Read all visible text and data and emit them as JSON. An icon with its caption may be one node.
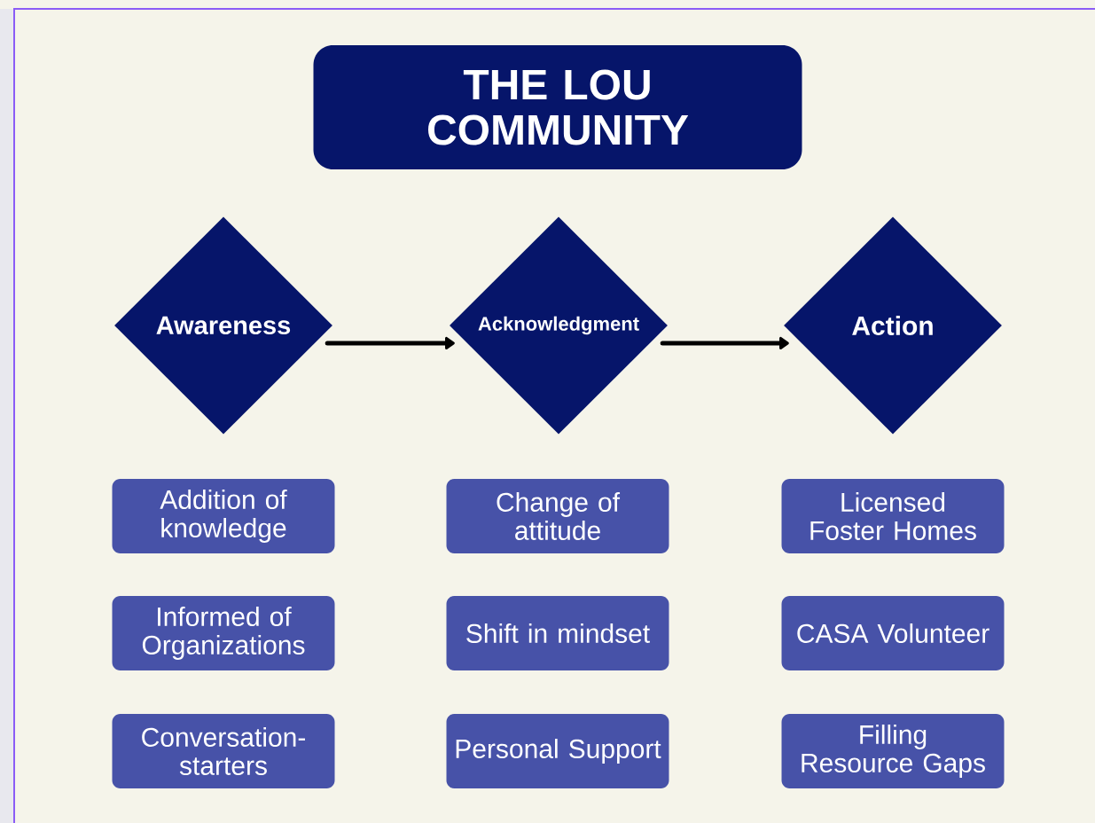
{
  "diagram": {
    "nodes": [
      {
        "text": [
          "THE LOU COMMUNITY"
        ]
      },
      {
        "text": [
          "Awareness"
        ]
      },
      {
        "text": [
          "Acknowledgment"
        ]
      },
      {
        "text": [
          "Action"
        ]
      },
      {
        "text": [
          "Addition of knowledge"
        ]
      },
      {
        "text": [
          "Change of attitude"
        ]
      },
      {
        "text": [
          "Licensed Foster Homes"
        ]
      },
      {
        "text": [
          "Informed of Organizations"
        ]
      },
      {
        "text": [
          "Shift in mindset"
        ]
      },
      {
        "text": [
          "CASA Volunteer"
        ]
      },
      {
        "text": [
          "Conversation-starters"
        ]
      },
      {
        "text": [
          "Personal Support"
        ]
      },
      {
        "text": [
          "Filling Resource Gaps"
        ]
      }
    ],
    "edges": [
      {
        "from": 1,
        "to": 2,
        "arrow": "to"
      },
      {
        "from": 2,
        "to": 3,
        "arrow": "to"
      }
    ]
  }
}
